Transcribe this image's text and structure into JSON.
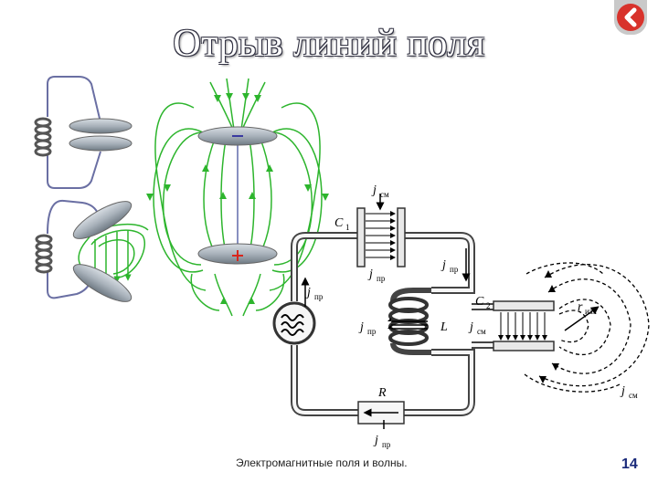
{
  "slide": {
    "title": "Отрыв линий поля",
    "footer": "Электромагнитные поля и волны.",
    "page_number": "14"
  },
  "nav": {
    "icon": "back-arrow-icon",
    "color": "#d8332c"
  },
  "circuit": {
    "labels": {
      "c1": "C",
      "c1_sub": "1",
      "c2": "C",
      "c2_sub": "2",
      "inductor": "L",
      "resistor": "R",
      "j_sym": "j",
      "sub_cm": "см",
      "sub_pr": "пр",
      "sub_izl": "изл",
      "r_sym": "r"
    }
  },
  "colors": {
    "field_lines": "#2db52d",
    "wire": "#444444",
    "plate": "#9aa4ae",
    "charge_red": "#d9261c"
  }
}
